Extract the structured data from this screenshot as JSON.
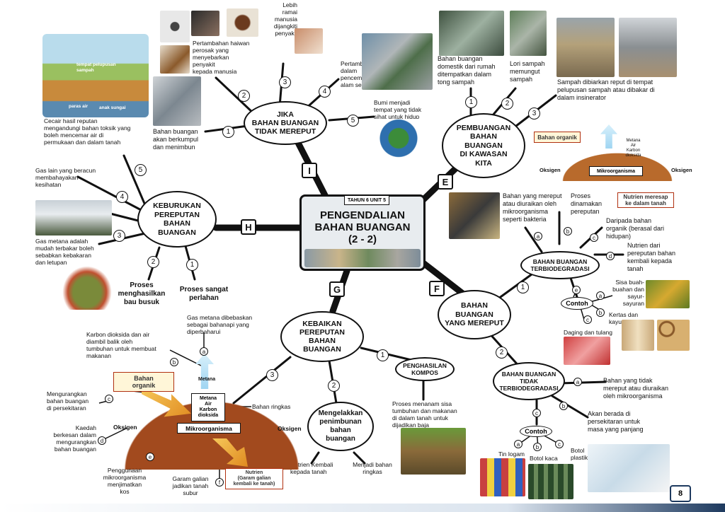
{
  "colors": {
    "accent": "#e07a1a",
    "line": "#111111",
    "compost": "#8a4a20",
    "footer": "#1e3a5f"
  },
  "center": {
    "unit": "TAHUN 6 UNIT 5",
    "title": "PENGENDALIAN\nBAHAN BUANGAN\n(2 - 2)"
  },
  "branches": {
    "I": {
      "letter": "I",
      "title": "JIKA\nBAHAN BUANGAN\nTIDAK MEREPUT"
    },
    "E": {
      "letter": "E",
      "title": "PEMBUANGAN\nBAHAN\nBUANGAN\nDI KAWASAN\nKITA"
    },
    "H": {
      "letter": "H",
      "title": "KEBURUKAN\nPEREPUTAN\nBAHAN\nBUANGAN"
    },
    "F": {
      "letter": "F",
      "title": "BAHAN\nBUANGAN\nYANG MEREPUT"
    },
    "G": {
      "letter": "G",
      "title": "KEBAIKAN\nPEREPUTAN\nBAHAN\nBUANGAN"
    }
  },
  "texts": {
    "i1": "Bahan buangan\nakan berkumpul\ndan menimbun",
    "i2": "Pertambahan haiwan\nperosak yang\nmenyebarkan\npenyakit\nkepada manusia",
    "i3": "Lebih\nramai\nmanusia\ndijangkiti\npenyakit",
    "i4": "Pertambahan\ndalam\npencemaran\nalam sekitar",
    "i5": "Bumi menjadi\ntempat yang tidak\nsihat untuk hidup",
    "e1": "Bahan buangan\ndomestik dari rumah\nditempatkan dalam\ntong sampah",
    "e2": "Lori sampah\nmemungut\nsampah",
    "e3": "Sampah dibiarkan reput di tempat\npelupusan sampah atau dibakar di\ndalam insinerator",
    "h_img_label1": "tempat pelupusan\nsampah",
    "h_img_label2": "paras air",
    "h_img_label3": "anak sungai",
    "h_cecair": "Cecair hasil reputan\nmengandungi bahan toksik yang\nboleh mencemar air di\npermukaan dan dalam tanah",
    "h_gas_lain": "Gas lain yang beracun\nmembahayakan\nkesihatan",
    "h_gas_metana": "Gas metana adalah\nmudah terbakar boleh\nsebabkan kebakaran\ndan letupan",
    "h2": "Proses\nmenghasilkan\nbau  busuk",
    "h1": "Proses sangat\nperlahan",
    "f_desc1": "Bahan yang mereput\natau diuraikan oleh\nmikroorganisma\nseperti bakteria",
    "f_desc2": "Proses\ndinamakan\npereputan",
    "bio_title": "BAHAN BUANGAN\nTERBIODEGRADASI",
    "bio_c": "Daripada bahan\norganik (berasal dari\nhidupan)",
    "bio_d": "Nutrien dari\npereputan bahan\nkembali kepada\ntanah",
    "bio_contoh": "Contoh",
    "bio_ex1": "Sisa buah-\nbuahan dan\nsayur-\nsayuran",
    "bio_ex2": "Kertas dan\nkayu",
    "bio_ex3": "Daging dan tulang",
    "nonbio_title": "BAHAN BUANGAN\nTIDAK\nTERBIODEGRADASI",
    "nonbio_a": "Bahan yang tidak\nmereput atau diuraikan\noleh mikroorganisma",
    "nonbio_b": "Akan berada di\npersekitaran untuk\nmasa yang panjang",
    "nonbio_contoh": "Contoh",
    "nonbio_ex1": "Tin logam",
    "nonbio_ex2": "Botol kaca",
    "nonbio_ex3": "Botol\nplastik",
    "kompos_title": "PENGHASILAN\nKOMPOS",
    "kompos_desc": "Proses menanam sisa\ntumbuhan dan makanan\ndi dalam tanah untuk\ndijadikan baja",
    "g2_title": "Mengelakkan\npenimbunan\nbahan\nbuangan",
    "g_nutrien": "Nutrien  Kembali\nkepada tanah",
    "g_menjadi": "Menjadi bahan\nringkas",
    "g_gas_metana": "Gas metana dibebaskan\nsebagai bahanapi yang\ndiperbaharui",
    "g_karbon": "Karbon dioksida dan air\ndiambil balik oleh\ntumbuhan untuk membuat\nmakanan",
    "g_mengurang": "Mengurangkan\nbahan buangan\ndi persekitaran",
    "g_kaedah": "Kaedah\nberkesan dalam\nmengurangkan\nbahan buangan",
    "g_pengguna": "Penggunaan\nmikroorganisma\nmenjimatkan\nkos",
    "g_garam": "Garam galian\njadikan tanah\nsubur",
    "g_ringkas": "Bahan ringkas"
  },
  "compost_top": {
    "bahan": "Bahan organik",
    "metana": "Metana\nAir\nKarbon\ndioksida",
    "mikro": "Mikroorganisma",
    "oksigen_l": "Oksigen",
    "oksigen_r": "Oksigen",
    "nutrien": "Nutrien meresap\nke dalam tanah"
  },
  "compost_bottom": {
    "bahan": "Bahan\norganik",
    "metana_top": "Metana",
    "metana": "Metana\nAir\nKarbon\ndioksida",
    "mikro": "Mikroorganisma",
    "oksigen_l": "Oksigen",
    "oksigen_r": "Oksigen",
    "nutrien": "Nutrien\n(Garam galian\nkembali ke tanah)"
  },
  "page_number": "8"
}
